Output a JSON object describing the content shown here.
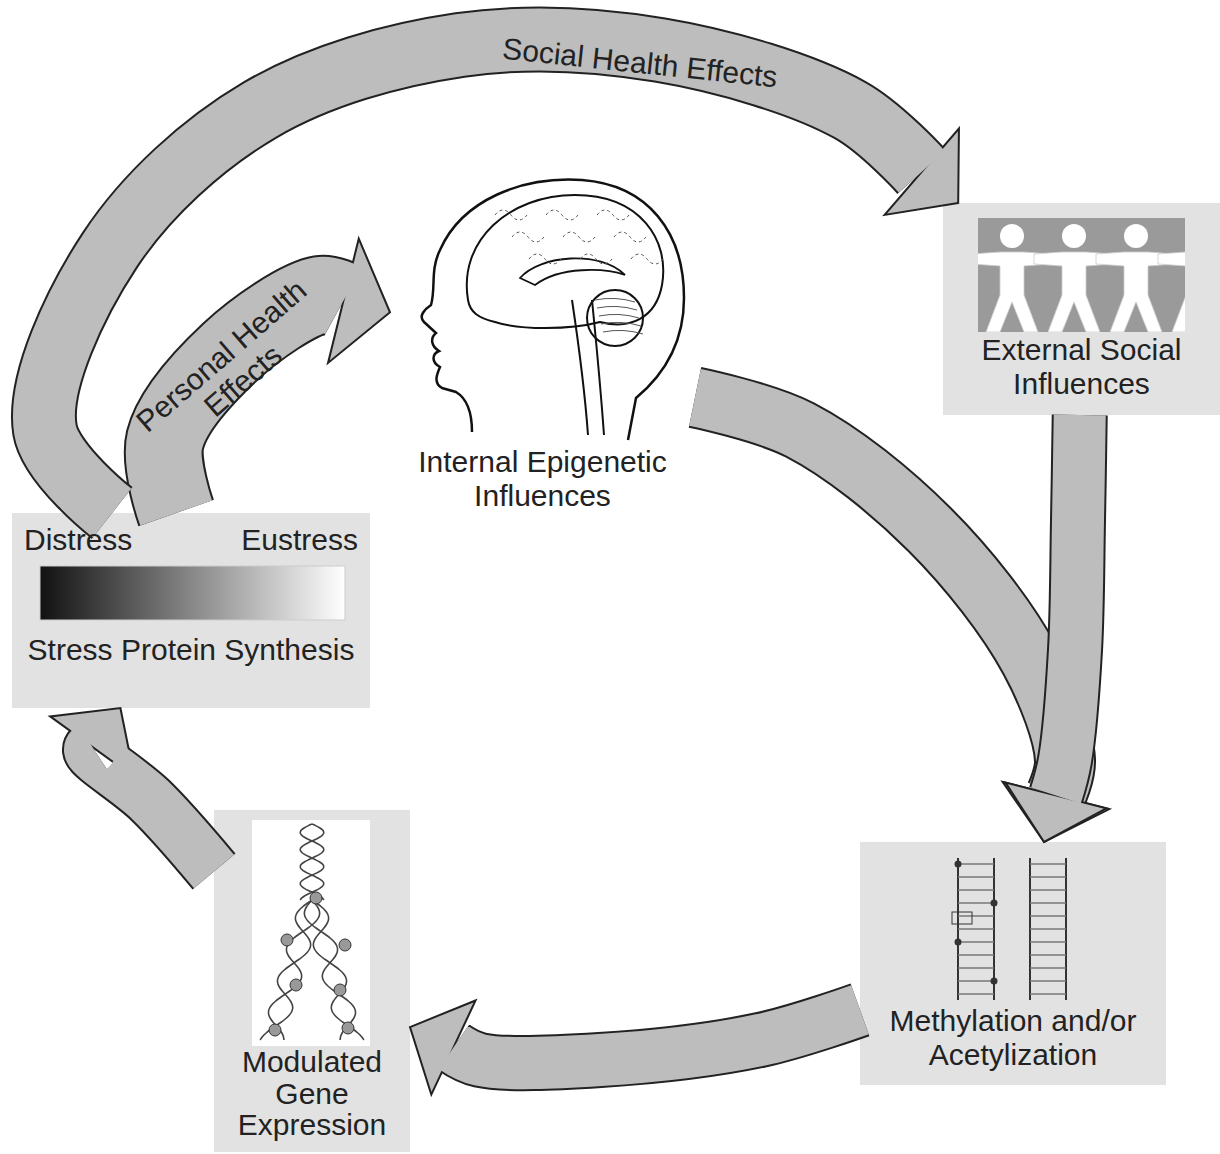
{
  "diagram": {
    "nodes": [
      {
        "text": [
          "Internal Epigenetic Influences"
        ]
      },
      {
        "text": [
          "External Social Influences"
        ]
      },
      {
        "text": [
          "Methylation and/or Acetylization"
        ]
      },
      {
        "text": [
          "Modulated Gene Expression"
        ]
      },
      {
        "text": [
          "Distress",
          "Eustress",
          "Stress Protein Synthesis"
        ]
      }
    ],
    "edges": [
      {
        "from": 0,
        "to": 2,
        "arrow": "to"
      },
      {
        "from": 1,
        "to": 2,
        "arrow": "to"
      },
      {
        "from": 2,
        "to": 3,
        "arrow": "to"
      },
      {
        "from": 3,
        "to": 4,
        "arrow": "to"
      },
      {
        "from": 4,
        "to": 0,
        "label": "Personal Health Effects",
        "arrow": "to"
      },
      {
        "from": 4,
        "to": 1,
        "label": "Social Health Effects",
        "arrow": "to"
      }
    ]
  }
}
